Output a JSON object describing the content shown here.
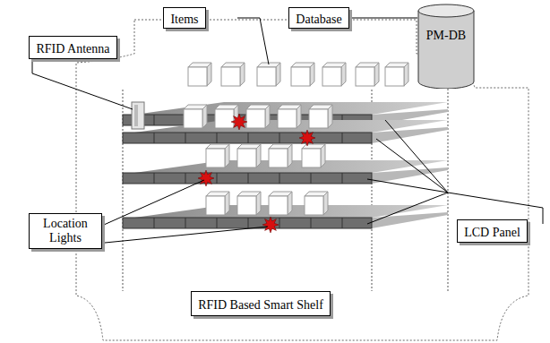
{
  "diagram": {
    "nodes": [
      {
        "text": [
          "Items"
        ]
      },
      {
        "text": [
          "Database"
        ]
      },
      {
        "text": [
          "PM-DB"
        ]
      },
      {
        "text": [
          "RFID Antenna"
        ]
      },
      {
        "text": [
          "Location Lights"
        ]
      },
      {
        "text": [
          "LCD Panel"
        ]
      },
      {
        "text": [
          "RFID Based Smart Shelf"
        ]
      }
    ],
    "edges": [
      {
        "from": 1,
        "to": 2,
        "arrow": "none"
      }
    ]
  }
}
